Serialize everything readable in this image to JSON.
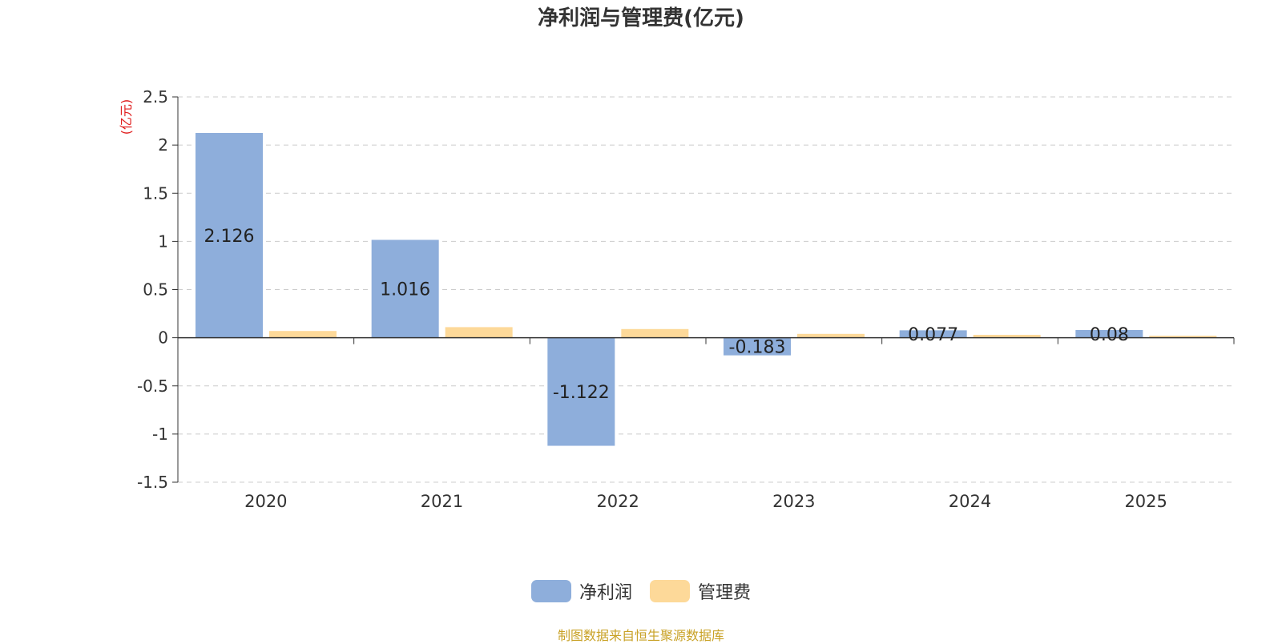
{
  "chart_data": {
    "type": "bar",
    "title": "净利润与管理费(亿元)",
    "ylabel": "(亿元)",
    "xlabel": "",
    "categories": [
      "2020",
      "2021",
      "2022",
      "2023",
      "2024",
      "2025"
    ],
    "series": [
      {
        "name": "净利润",
        "values": [
          2.126,
          1.016,
          -1.122,
          -0.183,
          0.077,
          0.08
        ],
        "color": "#8eaedb",
        "labels": [
          "2.126",
          "1.016",
          "-1.122",
          "-0.183",
          "0.077",
          "0.08"
        ]
      },
      {
        "name": "管理费",
        "values": [
          0.07,
          0.11,
          0.09,
          0.04,
          0.03,
          0.02
        ],
        "color": "#fdd999"
      }
    ],
    "ylim": [
      -1.5,
      2.5
    ],
    "yticks": [
      "2.5",
      "2",
      "1.5",
      "1",
      "0.5",
      "0",
      "-0.5",
      "-1",
      "-1.5"
    ],
    "grid": true,
    "legend_position": "bottom",
    "ylabel_color": "#e02020"
  },
  "footer": {
    "text": "制图数据来自恒生聚源数据库",
    "color": "#c9a227"
  }
}
